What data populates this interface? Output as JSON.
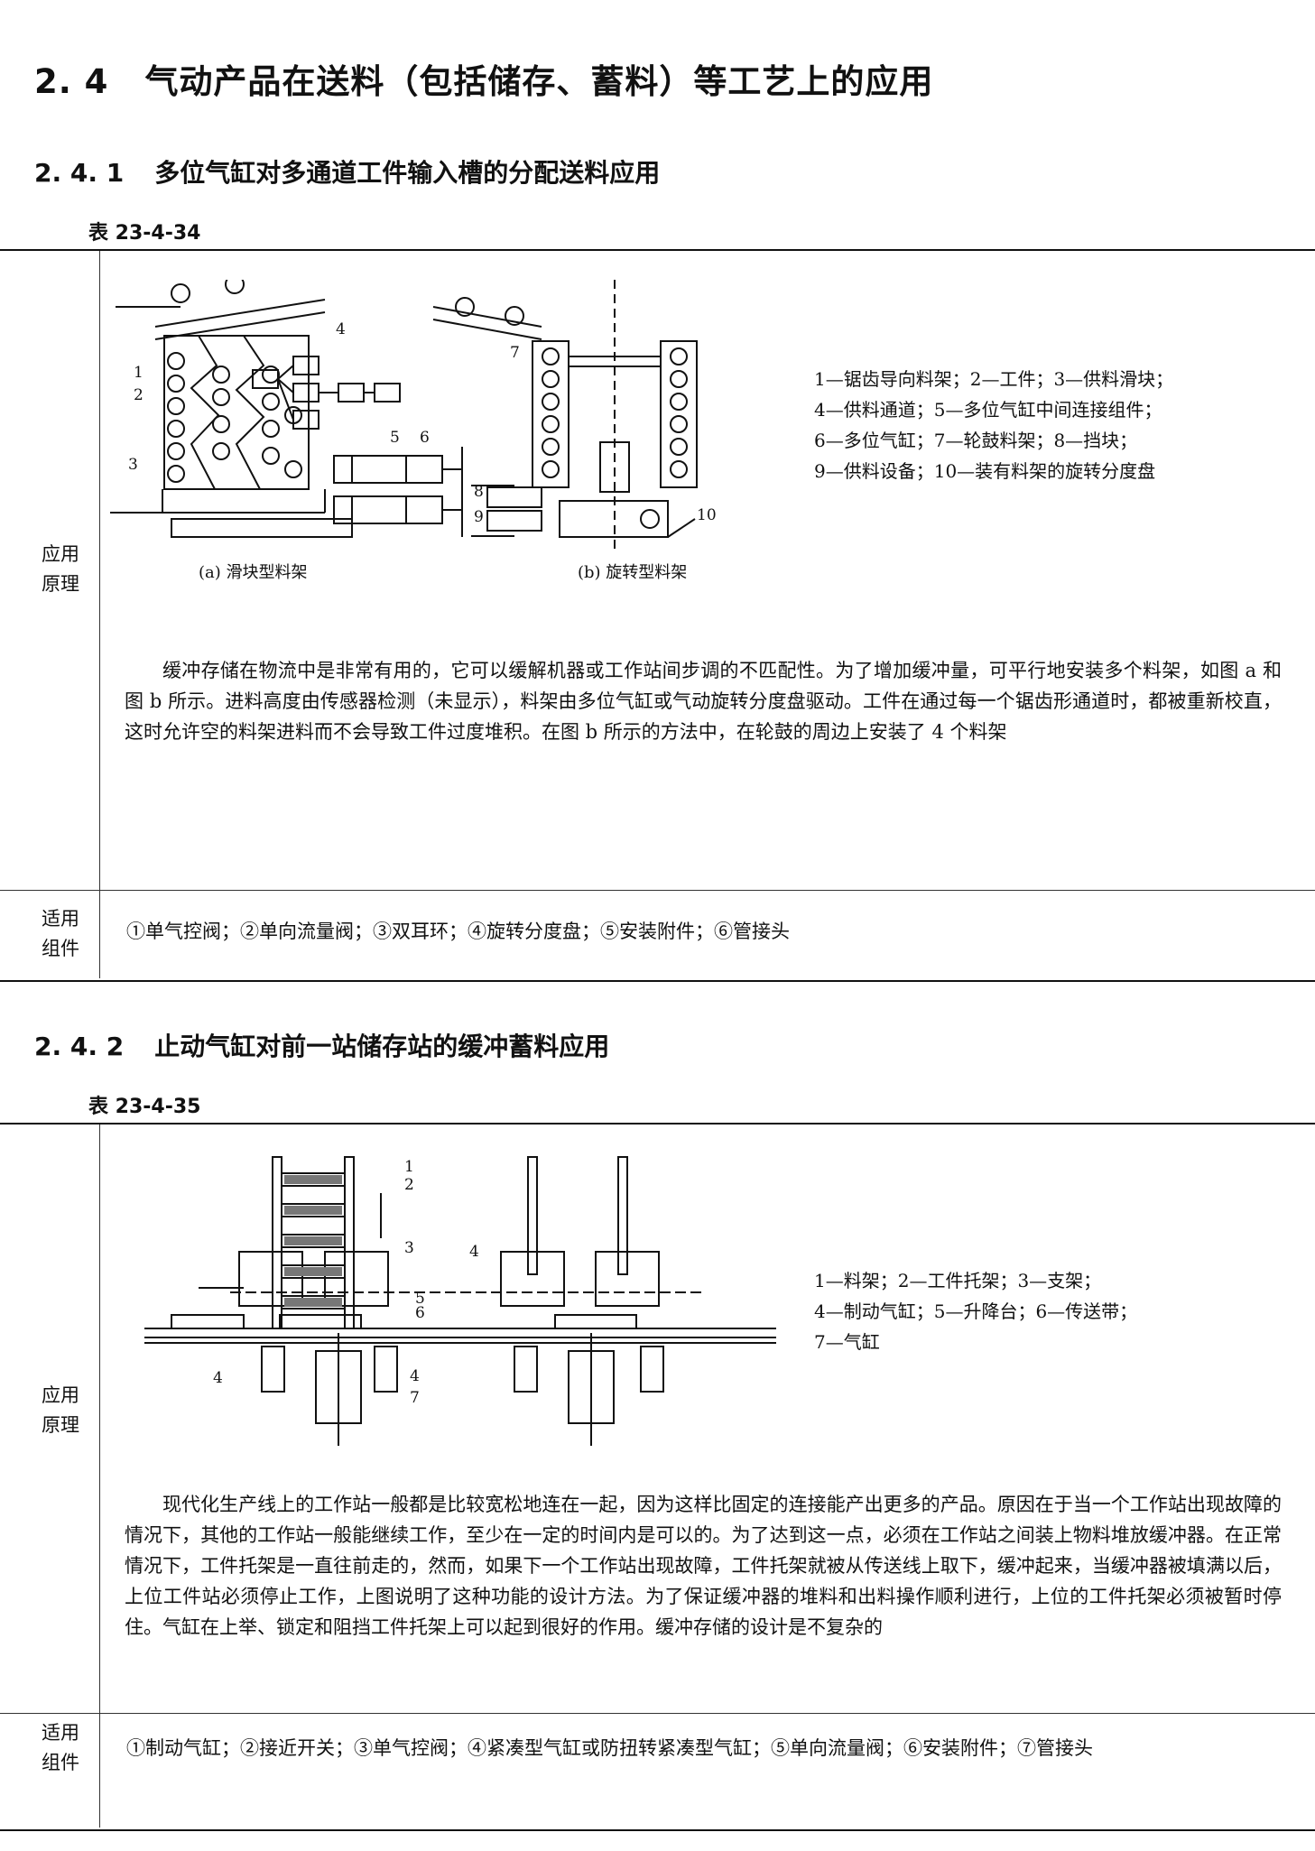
{
  "section": {
    "num": "2. 4",
    "title": "气动产品在送料（包括储存、蓄料）等工艺上的应用"
  },
  "s1": {
    "num": "2. 4. 1",
    "title": "多位气缸对多通道工件输入槽的分配送料应用",
    "table": "表 23-4-34",
    "label_principle": "应用原理",
    "label_components": "适用组件",
    "caption_a": "(a) 滑块型料架",
    "caption_b": "(b) 旋转型料架",
    "legend": [
      "1—锯齿导向料架；2—工件；3—供料滑块；",
      "4—供料通道；5—多位气缸中间连接组件；",
      "6—多位气缸；7—轮鼓料架；8—挡块；",
      "9—供料设备；10—装有料架的旋转分度盘"
    ],
    "callouts_a": [
      "1",
      "2",
      "3",
      "4",
      "5",
      "6"
    ],
    "callouts_b": [
      "7",
      "8",
      "9",
      "10"
    ],
    "text": "缓冲存储在物流中是非常有用的，它可以缓解机器或工作站间步调的不匹配性。为了增加缓冲量，可平行地安装多个料架，如图 a 和图 b 所示。进料高度由传感器检测（未显示），料架由多位气缸或气动旋转分度盘驱动。工件在通过每一个锯齿形通道时，都被重新校直，这时允许空的料架进料而不会导致工件过度堆积。在图 b 所示的方法中，在轮鼓的周边上安装了 4 个料架",
    "components": "①单气控阀；②单向流量阀；③双耳环；④旋转分度盘；⑤安装附件；⑥管接头"
  },
  "s2": {
    "num": "2. 4. 2",
    "title": "止动气缸对前一站储存站的缓冲蓄料应用",
    "table": "表 23-4-35",
    "label_principle": "应用原理",
    "label_components": "适用组件",
    "legend": [
      "1—料架；2—工件托架；3—支架；",
      "4—制动气缸；5—升降台；6—传送带；",
      "7—气缸"
    ],
    "callouts": [
      "1",
      "2",
      "3",
      "4",
      "5",
      "6",
      "4",
      "4",
      "7"
    ],
    "text": "现代化生产线上的工作站一般都是比较宽松地连在一起，因为这样比固定的连接能产出更多的产品。原因在于当一个工作站出现故障的情况下，其他的工作站一般能继续工作，至少在一定的时间内是可以的。为了达到这一点，必须在工作站之间装上物料堆放缓冲器。在正常情况下，工件托架是一直往前走的，然而，如果下一个工作站出现故障，工件托架就被从传送线上取下，缓冲起来，当缓冲器被填满以后，上位工件站必须停止工作，上图说明了这种功能的设计方法。为了保证缓冲器的堆料和出料操作顺利进行，上位的工件托架必须被暂时停住。气缸在上举、锁定和阻挡工件托架上可以起到很好的作用。缓冲存储的设计是不复杂的",
    "components": "①制动气缸；②接近开关；③单气控阀；④紧凑型气缸或防扭转紧凑型气缸；⑤单向流量阀；⑥安装附件；⑦管接头"
  }
}
